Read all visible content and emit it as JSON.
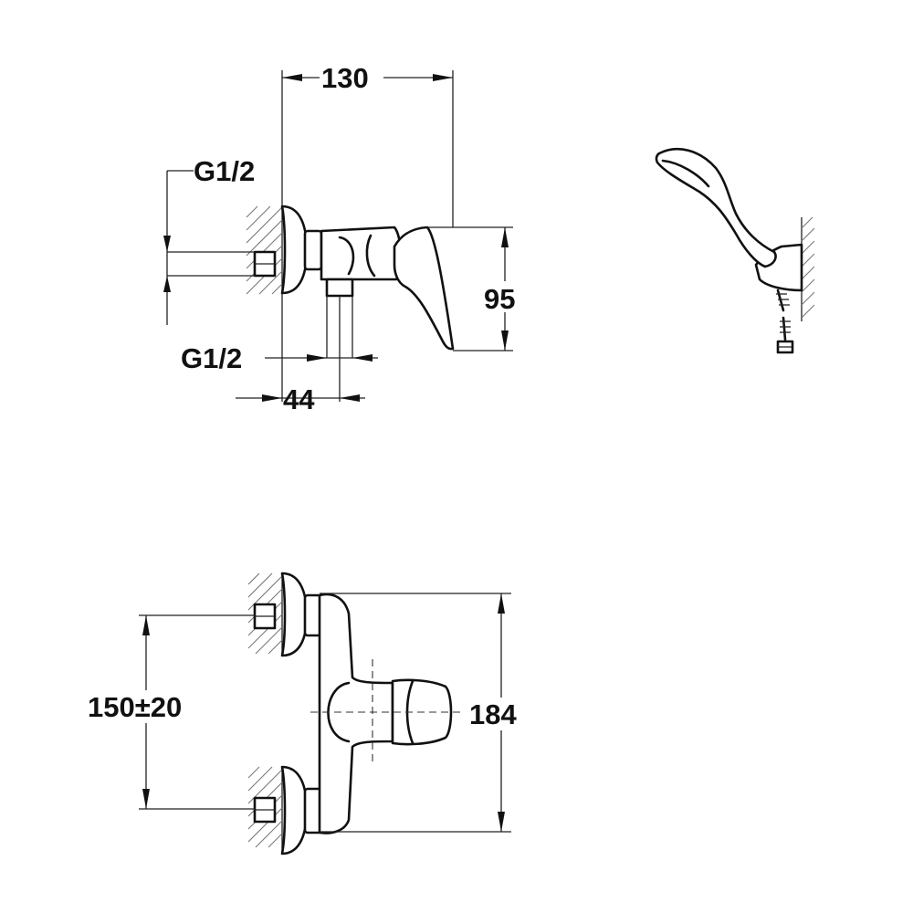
{
  "side_view": {
    "width_label": "130",
    "inlet_label": "G1/2",
    "outlet_label": "G1/2",
    "height_label": "95",
    "depth_label": "44"
  },
  "front_view": {
    "spacing_label": "150±20",
    "height_label": "184"
  }
}
